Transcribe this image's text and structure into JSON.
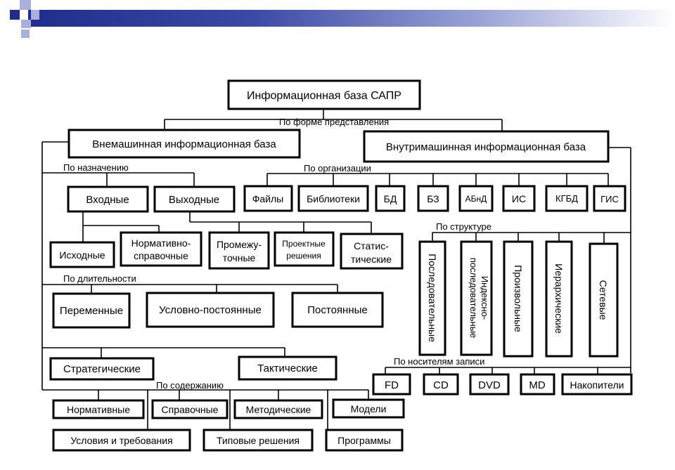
{
  "title": "Информационная база САПР",
  "labels": {
    "form": "По форме представления",
    "purpose": "По назначению",
    "organization": "По организации",
    "structure": "По структуре",
    "duration": "По длительности",
    "content": "По содержанию",
    "media": "По носителям записи"
  },
  "nodes": {
    "external": "Внемашинная информационная база",
    "internal": "Внутримашинная информационная база",
    "input": "Входные",
    "output": "Выходные",
    "source": "Исходные",
    "normative_ref_1": "Нормативно-",
    "normative_ref_2": "справочные",
    "interm_1": "Промежу-",
    "interm_2": "точные",
    "design_1": "Проектные",
    "design_2": "решения",
    "stat_1": "Статис-",
    "stat_2": "тические",
    "files": "Файлы",
    "libraries": "Библиотеки",
    "db": "БД",
    "kb": "БЗ",
    "abnd": "АБнД",
    "is": "ИС",
    "kgbd": "КГБД",
    "gis": "ГИС",
    "sequential": "Последовательные",
    "indexed_1": "Индексно-",
    "indexed_2": "последовательные",
    "arbitrary": "Произвольные",
    "hierarchical": "Иерархические",
    "network": "Сетевые",
    "variable": "Переменные",
    "cond_const": "Условно-постоянные",
    "constant": "Постоянные",
    "strategic": "Стратегические",
    "tactical": "Тактические",
    "normative": "Нормативные",
    "reference": "Справочные",
    "methodical": "Методические",
    "models": "Модели",
    "conditions": "Условия и требования",
    "typical": "Типовые решения",
    "programs": "Программы",
    "fd": "FD",
    "cd": "CD",
    "dvd": "DVD",
    "md": "MD",
    "drives": "Накопители"
  },
  "colors": {
    "banner_dark": "#1f2d8c",
    "square_light": "#a9b0dc",
    "square_dark": "#1f2d8c"
  }
}
